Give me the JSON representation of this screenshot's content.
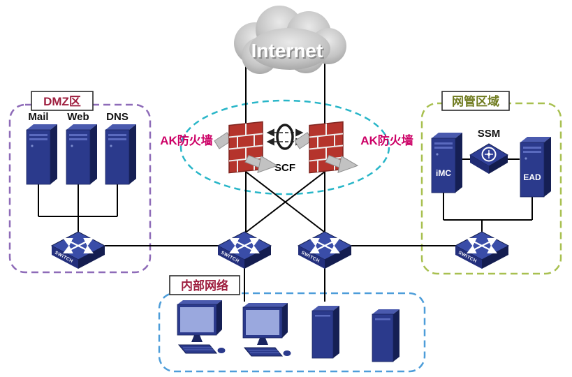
{
  "internet": {
    "label": "Internet"
  },
  "secure_link": {
    "label": "SCF"
  },
  "firewalls": {
    "left_label": "AK防火墙",
    "right_label": "AK防火墙"
  },
  "zones": {
    "dmz": {
      "title": "DMZ区",
      "servers": [
        "Mail",
        "Web",
        "DNS"
      ],
      "switch_label": "SWITCH"
    },
    "mgmt": {
      "title": "网管区域",
      "ssm_label": "SSM",
      "imc_label": "iMC",
      "ead_label": "EAD",
      "switch_label": "SWITCH"
    },
    "internal": {
      "title": "内部网络"
    }
  },
  "core": {
    "left_switch_label": "SWITCH",
    "right_switch_label": "SWITCH"
  },
  "colors": {
    "firewall_label": "#CC0066",
    "dmz_border": "#8E6BB8",
    "mgmt_border": "#A8C050",
    "internal_border": "#4D9DD9",
    "secure_ellipse": "#29B6C8",
    "dmz_title": "#9E1F3F",
    "mgmt_title": "#6F7B1F",
    "internal_title": "#9E1F3F",
    "device_blue": "#2B3A8C",
    "firewall_red": "#B5342C"
  }
}
